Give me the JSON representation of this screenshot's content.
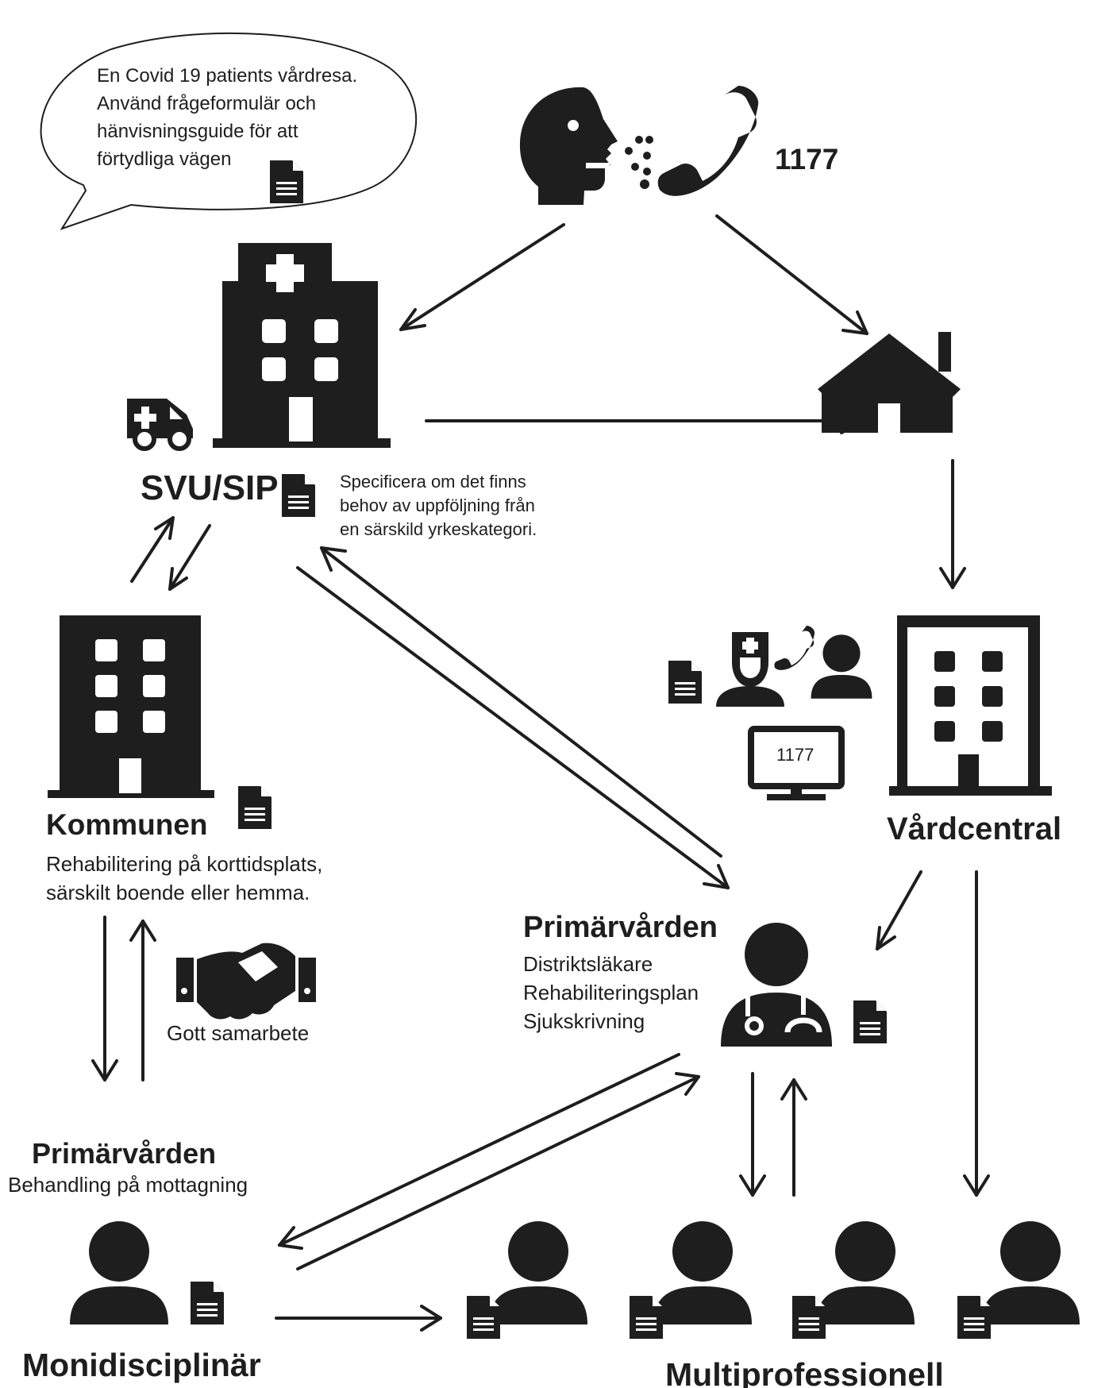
{
  "bubble": {
    "lines": [
      "En Covid 19 patients vårdresa.",
      "Använd frågeformulär och",
      "hänvisningsguide för att",
      "förtydliga vägen"
    ]
  },
  "phone": {
    "number": "1177"
  },
  "svu": {
    "label": "SVU/SIP",
    "note": [
      "Specificera om det finns",
      "behov av uppföljning från",
      "en särskild yrkeskategori."
    ]
  },
  "kommun": {
    "title": "Kommunen",
    "lines": [
      "Rehabilitering på korttidsplats,",
      "särskilt boende eller hemma."
    ]
  },
  "handshake": {
    "label": "Gott samarbete"
  },
  "vardcentral": {
    "title": "Vårdcentral",
    "screen_text": "1177"
  },
  "primary": {
    "title": "Primärvården",
    "lines": [
      "Distriktsläkare",
      "Rehabiliteringsplan",
      "Sjukskrivning"
    ]
  },
  "clinic": {
    "title": "Primärvården",
    "text": "Behandling på mottagning"
  },
  "single": {
    "label": "Monidisciplinär"
  },
  "team": {
    "label": "Multiprofessionell"
  },
  "icons": [
    "speech-bubble",
    "coughing-person-icon",
    "phone-icon",
    "hospital-icon",
    "ambulance-icon",
    "house-icon",
    "municipality-building-icon",
    "health-center-building-icon",
    "nurse-icon",
    "person-icon",
    "monitor-1177-icon",
    "doctor-icon",
    "handshake-icon",
    "document-icon"
  ],
  "colors": {
    "ink": "#1e1e1e",
    "background": "#ffffff"
  }
}
